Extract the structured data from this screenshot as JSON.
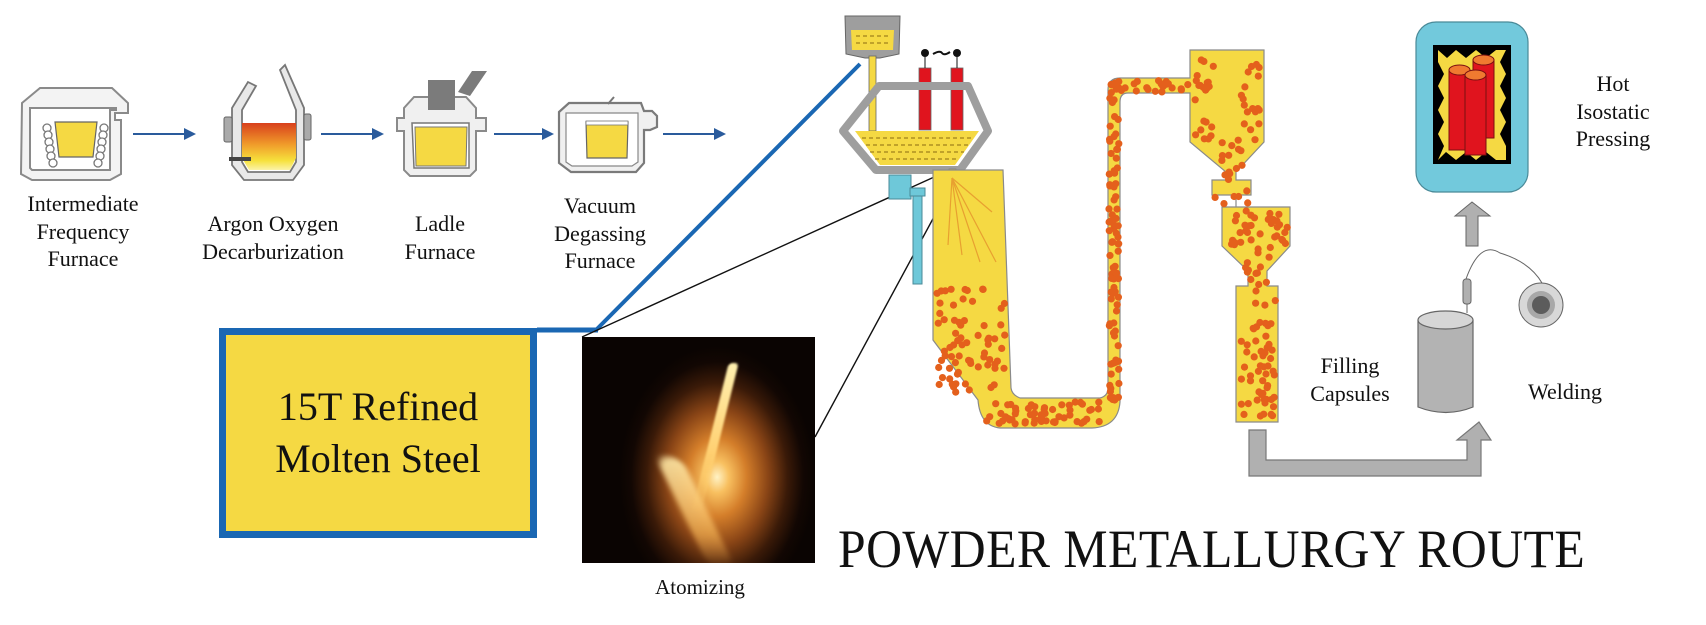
{
  "diagram": {
    "title": "POWDER METALLURGY ROUTE",
    "refining_steps": [
      {
        "label_lines": [
          "Intermediate",
          "Frequency",
          "Furnace"
        ],
        "icon": "induction-furnace-icon"
      },
      {
        "label_lines": [
          "Argon Oxygen",
          "Decarburization"
        ],
        "icon": "aod-converter-icon"
      },
      {
        "label_lines": [
          "Ladle",
          "Furnace"
        ],
        "icon": "ladle-furnace-icon"
      },
      {
        "label_lines": [
          "Vacuum",
          "Degassing",
          "Furnace"
        ],
        "icon": "vacuum-degassing-icon"
      }
    ],
    "molten_steel_box": {
      "line1": "15T Refined",
      "line2": "Molten Steel"
    },
    "atomizing": {
      "caption": "Atomizing",
      "image": "atomizing-photo"
    },
    "powder_steps": [
      {
        "label_lines": [
          "Filling",
          "Capsules"
        ],
        "icon": "capsule-can-icon"
      },
      {
        "label_lines": [
          "Welding"
        ],
        "icon": "welding-wire-spool-icon"
      },
      {
        "label_lines": [
          "Hot",
          "Isostatic",
          "Pressing"
        ],
        "icon": "hip-vessel-icon"
      }
    ]
  },
  "colors": {
    "molten_yellow": "#f5d943",
    "powder_orange": "#e4601c",
    "flow_arrow_blue": "#2a5b9c",
    "box_border_blue": "#1a67b3",
    "equipment_gray": "#9e9e9e",
    "nozzle_cyan": "#6ec8d9",
    "electrode_red": "#e0141e"
  }
}
